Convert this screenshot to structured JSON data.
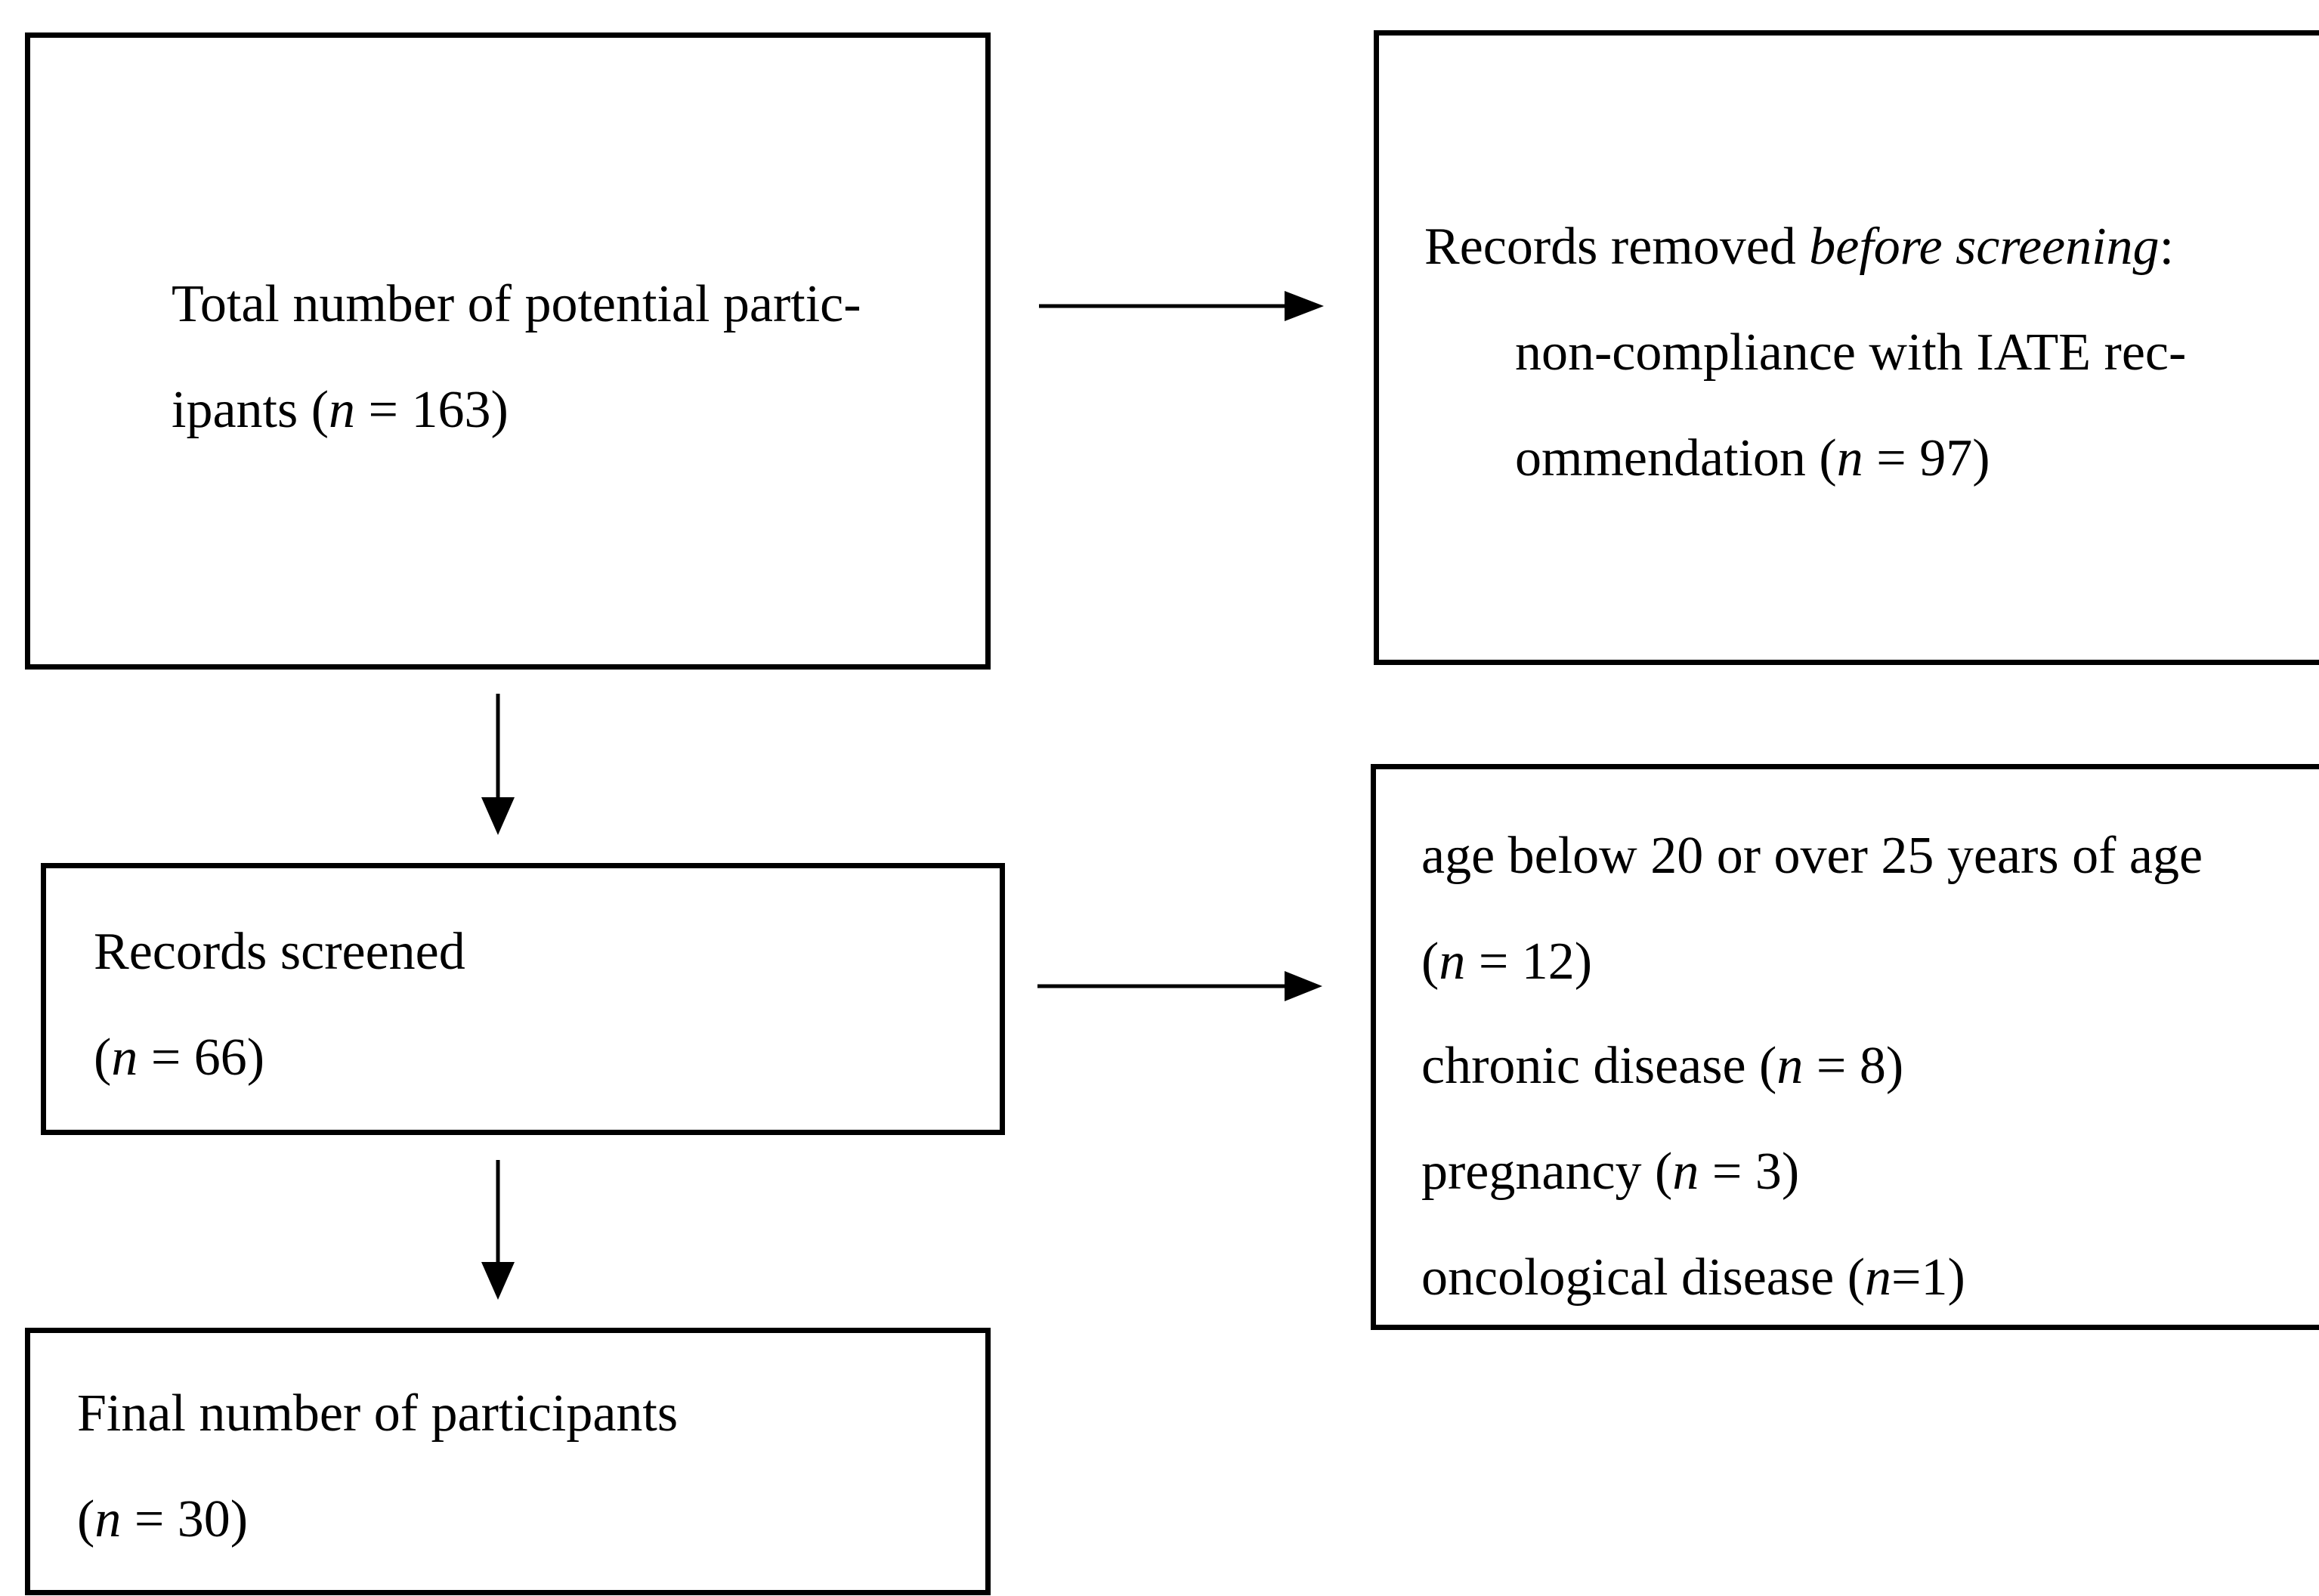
{
  "flowchart": {
    "total": {
      "line1": "Total number of potential partic-",
      "line2_pre": "ipants (",
      "n_symbol": "n",
      "line2_post": " = 163)"
    },
    "removed": {
      "heading_pre": "Records removed ",
      "heading_em": "before screening",
      "heading_post": ":",
      "line2": "non-compliance with IATE rec-",
      "line3_pre": "ommendation (",
      "n_symbol": "n",
      "line3_post": " = 97)"
    },
    "screened": {
      "label": "Records screened",
      "count_pre": "(",
      "n_symbol": "n",
      "count_post": " = 66)"
    },
    "exclusions": {
      "line1": "age below 20 or over 25 years of age",
      "line2_pre": "(",
      "line2_n": "n",
      "line2_post": " = 12)",
      "line3_pre": "chronic disease (",
      "line3_n": "n",
      "line3_post": " = 8)",
      "line4_pre": "pregnancy (",
      "line4_n": "n",
      "line4_post": " = 3)",
      "line5_pre": "oncological disease (",
      "line5_n": "n",
      "line5_post": "=1)"
    },
    "final": {
      "label": "Final number of participants",
      "count_pre": "(",
      "n_symbol": "n",
      "count_post": " = 30)"
    }
  }
}
